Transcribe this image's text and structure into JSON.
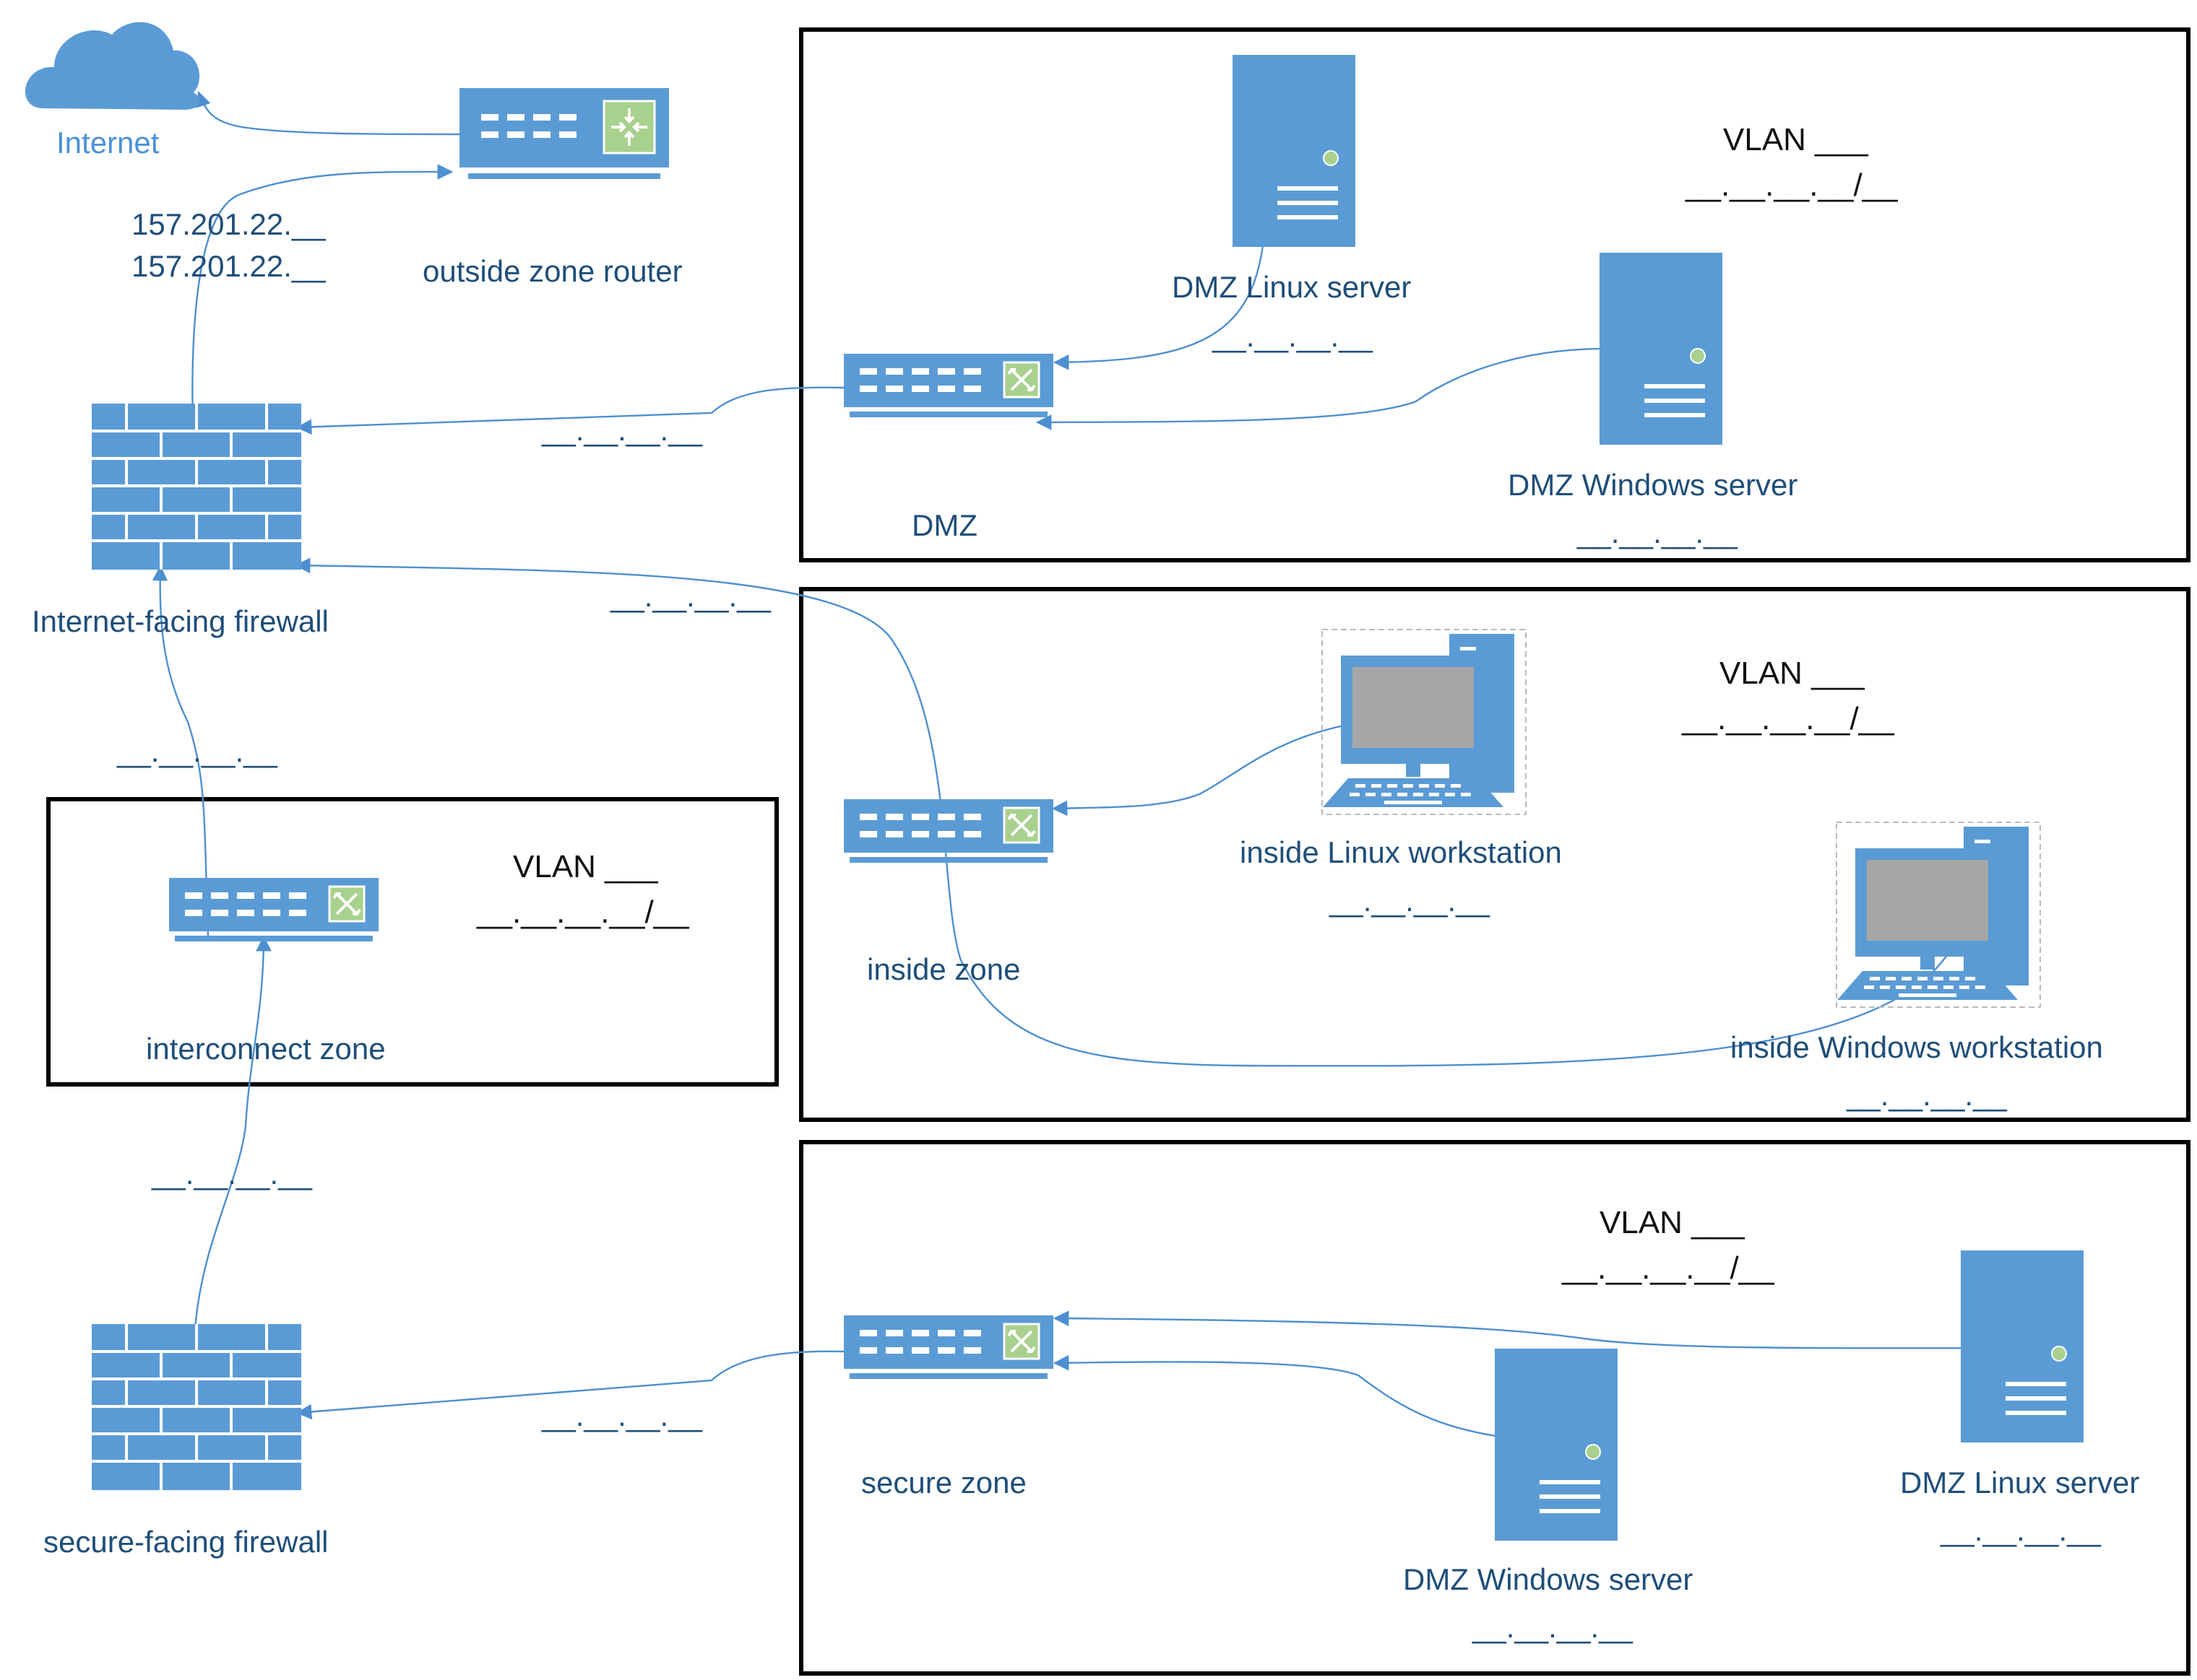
{
  "internet": {
    "label": "Internet"
  },
  "outside_router": {
    "label": "outside zone router",
    "ip1": "157.201.22.__",
    "ip2": "157.201.22.__"
  },
  "internet_firewall": {
    "label": "Internet-facing firewall"
  },
  "secure_firewall": {
    "label": "secure-facing firewall"
  },
  "interconnect": {
    "label": "interconnect zone",
    "vlan": "VLAN ___",
    "subnet": "__.__.__.__/__",
    "uplink_ip": "__.__.__.__",
    "downlink_ip": "__.__.__.__"
  },
  "dmz": {
    "label": "DMZ",
    "vlan": "VLAN ___",
    "subnet": "__.__.__.__/__",
    "link_ip": "__.__.__.__",
    "linux_server": {
      "label": "DMZ Linux server",
      "ip": "__.__.__.__"
    },
    "windows_server": {
      "label": "DMZ Windows server",
      "ip": "__.__.__.__"
    }
  },
  "inside": {
    "label": "inside zone",
    "vlan": "VLAN ___",
    "subnet": "__.__.__.__/__",
    "link_ip": "__.__.__.__",
    "linux_ws": {
      "label": "inside Linux workstation",
      "ip": "__.__.__.__"
    },
    "windows_ws": {
      "label": "inside Windows workstation",
      "ip": "__.__.__.__"
    }
  },
  "secure": {
    "label": "secure zone",
    "vlan": "VLAN ___",
    "subnet": "__.__.__.__/__",
    "link_ip": "__.__.__.__",
    "windows_server": {
      "label": "DMZ Windows server",
      "ip": "__.__.__.__"
    },
    "linux_server": {
      "label": "DMZ Linux server",
      "ip": "__.__.__.__"
    }
  },
  "colors": {
    "icon": "#5b9bd5",
    "text": "#1f4e79",
    "link": "#4d8fd0",
    "accent_green": "#a9d18e"
  }
}
